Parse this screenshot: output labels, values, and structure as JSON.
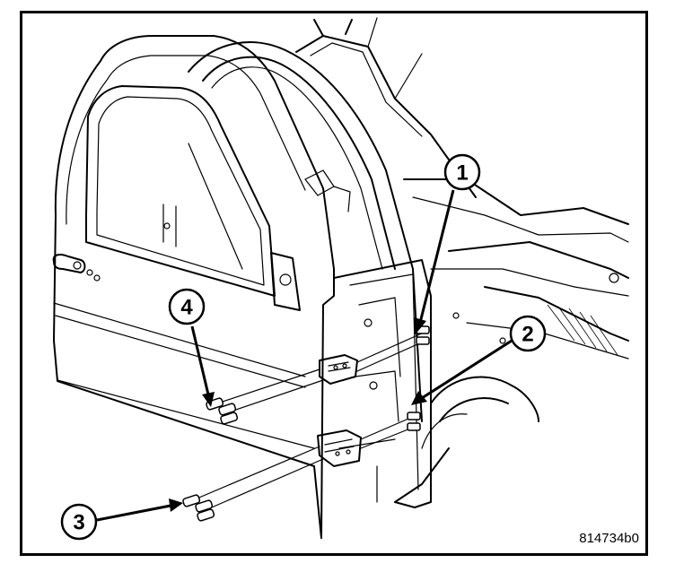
{
  "diagram": {
    "callouts": [
      {
        "id": "1",
        "label": "1"
      },
      {
        "id": "2",
        "label": "2"
      },
      {
        "id": "3",
        "label": "3"
      },
      {
        "id": "4",
        "label": "4"
      }
    ],
    "figure_code": "814734b0"
  },
  "colors": {
    "line": "#000000",
    "background": "#ffffff"
  }
}
